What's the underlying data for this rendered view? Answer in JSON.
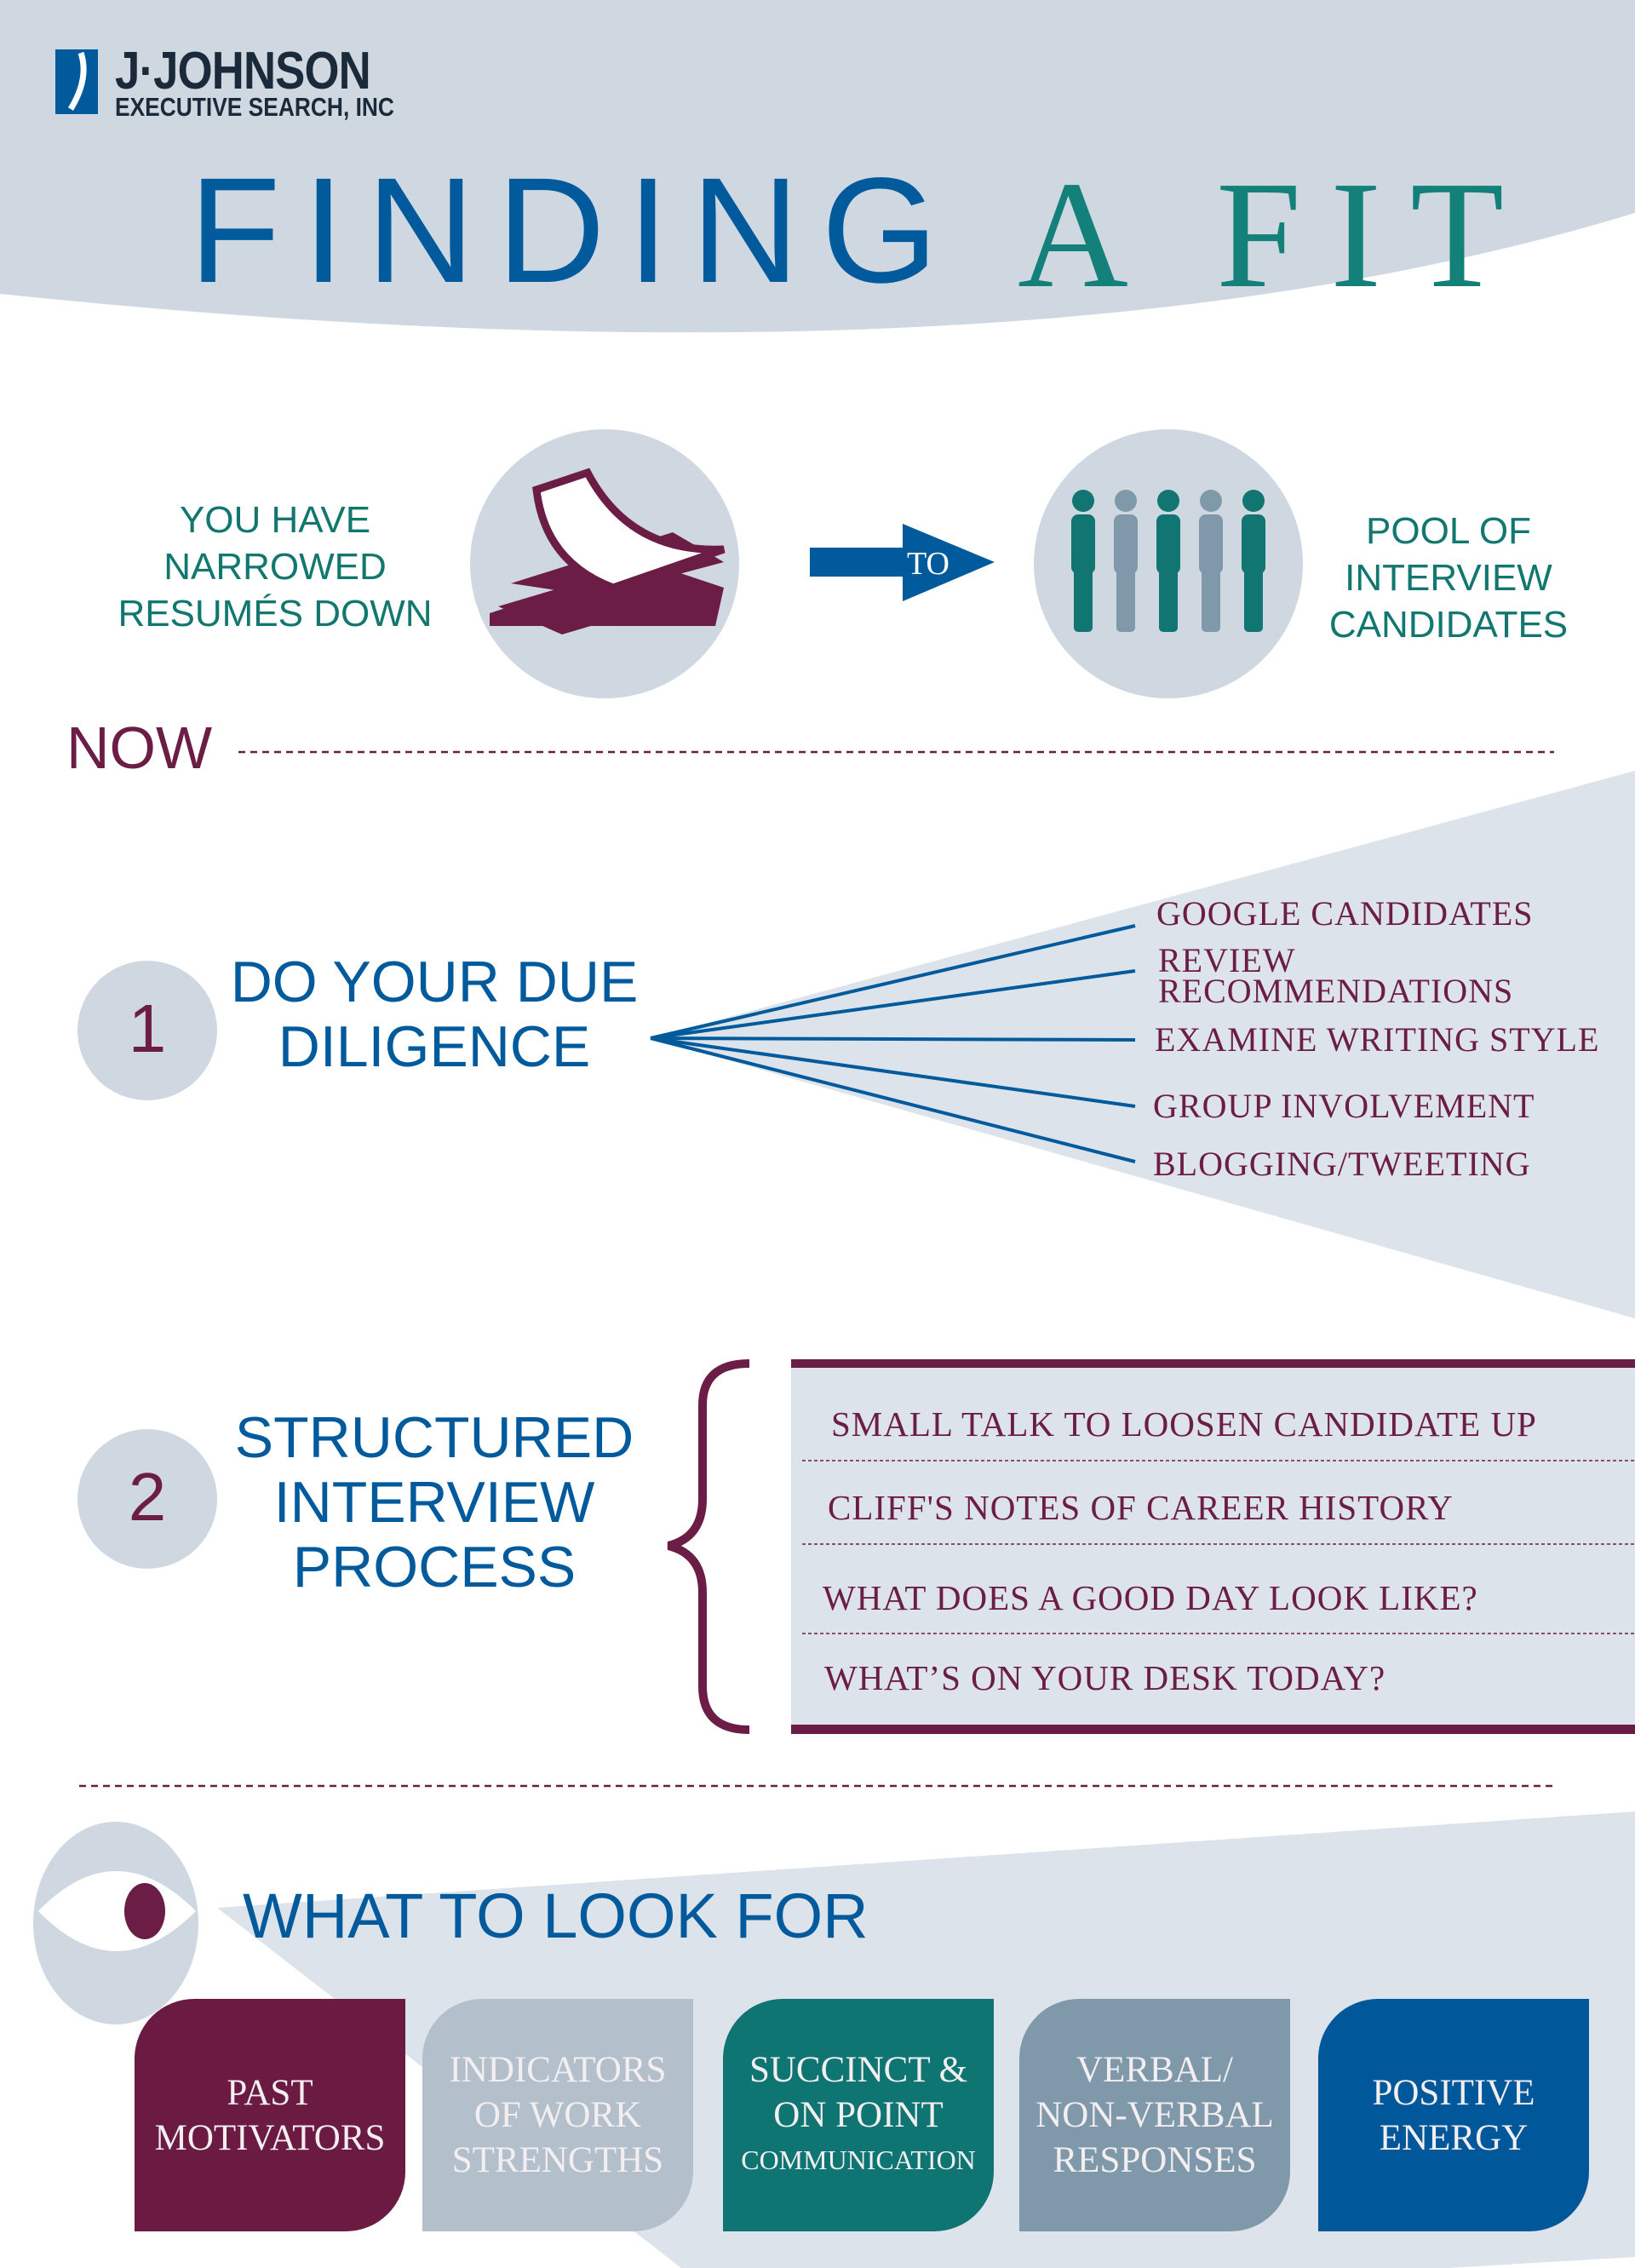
{
  "brand": {
    "name": "J·JOHNSON",
    "subtitle": "EXECUTIVE SEARCH, INC"
  },
  "title": {
    "part1": "FINDING",
    "part2": "A FIT"
  },
  "intro": {
    "left_lines": [
      "YOU HAVE",
      "NARROWED",
      "RESUMÉS DOWN"
    ],
    "arrow_label": "TO",
    "right_lines": [
      "POOL OF",
      "INTERVIEW",
      "CANDIDATES"
    ]
  },
  "now_label": "NOW",
  "step1": {
    "number": "1",
    "title_lines": [
      "DO YOUR DUE",
      "DILIGENCE"
    ],
    "items": [
      "GOOGLE CANDIDATES",
      "REVIEW",
      "RECOMMENDATIONS",
      "EXAMINE WRITING STYLE",
      "GROUP INVOLVEMENT",
      "BLOGGING/TWEETING"
    ]
  },
  "step2": {
    "number": "2",
    "title_lines": [
      "STRUCTURED",
      "INTERVIEW",
      "PROCESS"
    ],
    "items": [
      "SMALL TALK TO LOOSEN CANDIDATE UP",
      "CLIFF'S NOTES OF CAREER HISTORY",
      "WHAT DOES A GOOD DAY LOOK LIKE?",
      "WHAT’S ON YOUR DESK TODAY?"
    ]
  },
  "look_for": {
    "title": "WHAT TO LOOK FOR",
    "boxes": [
      {
        "lines": [
          "PAST",
          "MOTIVATORS"
        ],
        "color": "#6b1a42"
      },
      {
        "lines": [
          "INDICATORS",
          "OF WORK",
          "STRENGTHS"
        ],
        "color": "#b3c0cc"
      },
      {
        "lines": [
          "SUCCINCT &",
          "ON POINT",
          "COMMUNICATION"
        ],
        "color": "#0f7572"
      },
      {
        "lines": [
          "VERBAL/",
          "NON-VERBAL",
          "RESPONSES"
        ],
        "color": "#7f98aa"
      },
      {
        "lines": [
          "POSITIVE",
          "ENERGY"
        ],
        "color": "#00579a"
      }
    ]
  }
}
